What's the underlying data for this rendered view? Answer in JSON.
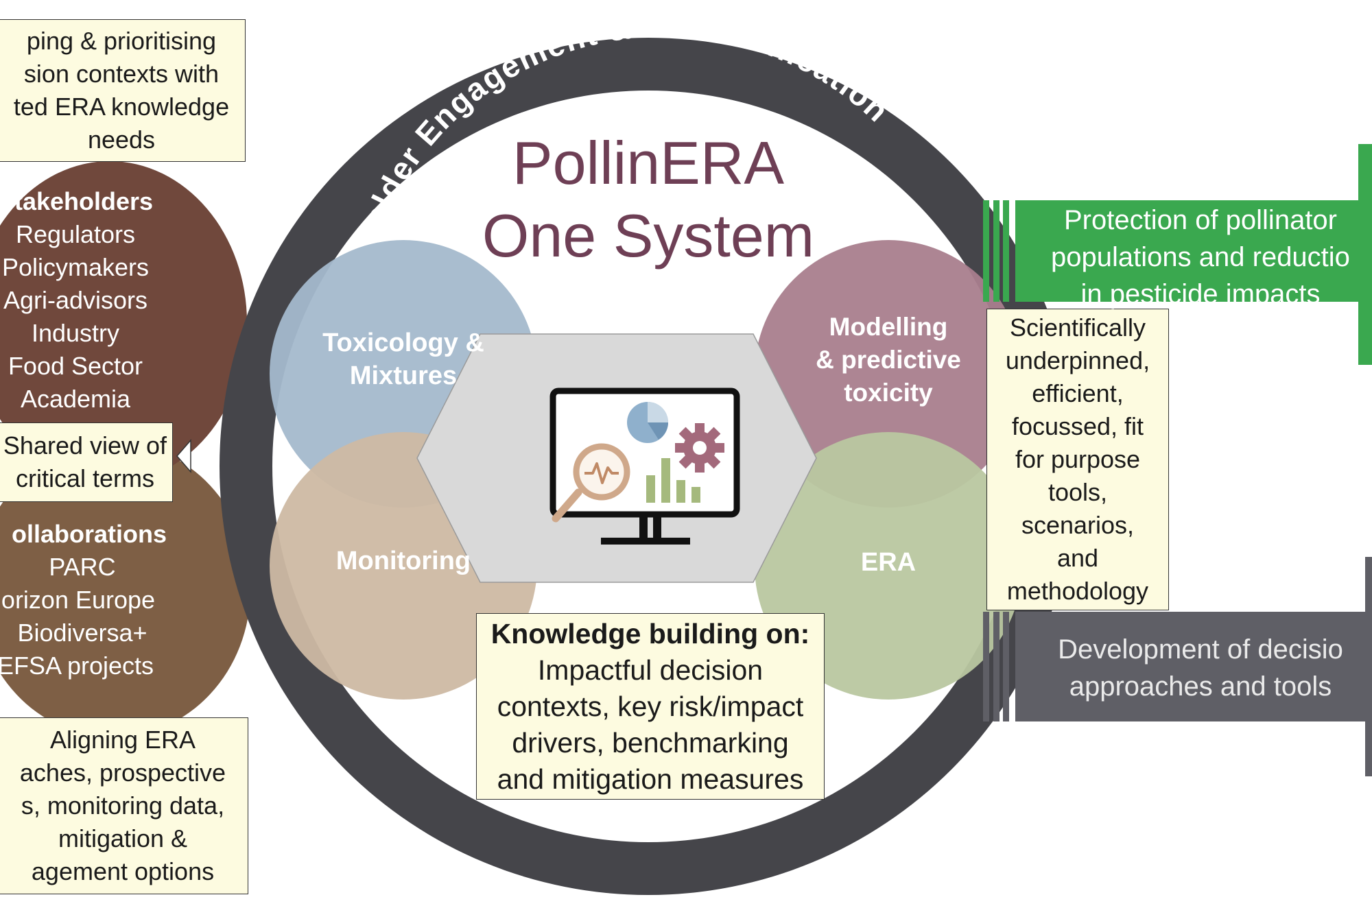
{
  "ring_label": "Stakeholder Engagement & Communication",
  "center_title": [
    "PollinERA",
    "One System"
  ],
  "domains": {
    "toxicology": [
      "Toxicology &",
      "Mixtures"
    ],
    "modelling": [
      "Modelling",
      "& predictive",
      "toxicity"
    ],
    "monitoring": [
      "Monitoring"
    ],
    "era": [
      "ERA"
    ]
  },
  "center_icon": "monitor-analytics-icon",
  "boxes": {
    "top_left": [
      "ping & prioritising",
      "sion contexts with",
      "ted ERA knowledge",
      "needs"
    ],
    "shared_view": [
      "Shared view of",
      "critical terms"
    ],
    "bottom_left": [
      "Aligning ERA",
      "aches, prospective",
      "s, monitoring data,",
      "mitigation &",
      "agement options"
    ],
    "knowledge_title": "Knowledge building on:",
    "knowledge_lines": [
      "Impactful decision",
      "contexts, key risk/impact",
      "drivers, benchmarking",
      "and mitigation measures"
    ],
    "tools": [
      "Scientifically",
      "underpinned,",
      "efficient,",
      "focussed, fit",
      "for purpose",
      "tools,",
      "scenarios,",
      "and",
      "methodology"
    ]
  },
  "stakeholders": {
    "title": "Stakeholders",
    "items": [
      "Regulators",
      "Policymakers",
      "Agri-advisors",
      "Industry",
      "Food Sector",
      "Academia"
    ]
  },
  "collaborations": {
    "title": "ollaborations",
    "items": [
      "PARC",
      "lorizon Europe",
      "Biodiversa+",
      "EFSA projects"
    ]
  },
  "outcomes": {
    "green": [
      "Protection of pollinator",
      "populations and reductio",
      "in pesticide impacts"
    ],
    "gray": [
      "Development of decisio",
      "approaches and tools"
    ]
  },
  "colors": {
    "ring": "#45454a",
    "stakeholders": "#70483c",
    "collaborations": "#7e5f45",
    "toxicology": "#a4b9cc",
    "modelling": "#a97e8d",
    "monitoring": "#cdb9a3",
    "era": "#b9c7a0",
    "hexagon": "#d9d9d9",
    "title_text": "#6e3f55",
    "green_arrow": "#3aa84f",
    "gray_arrow": "#5f5f66",
    "box_fill": "#fdfbe0"
  }
}
